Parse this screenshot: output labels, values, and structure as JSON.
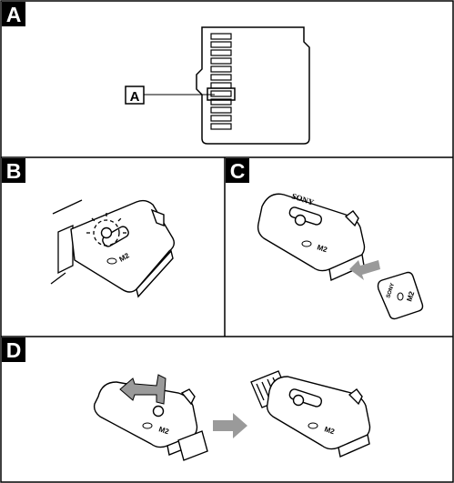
{
  "panels": {
    "a": {
      "letter": "A",
      "callout": "A"
    },
    "b": {
      "letter": "B"
    },
    "c": {
      "letter": "C"
    },
    "d": {
      "letter": "D"
    }
  },
  "device": {
    "brand": "SONY",
    "model": "M2",
    "logo": "memory-stick-micro-logo"
  },
  "card": {
    "brand": "SONY",
    "model": "M2",
    "logo": "memory-stick-micro-logo"
  },
  "colors": {
    "line": "#000000",
    "arrow": "#9a9a9a",
    "fill": "#ffffff"
  }
}
